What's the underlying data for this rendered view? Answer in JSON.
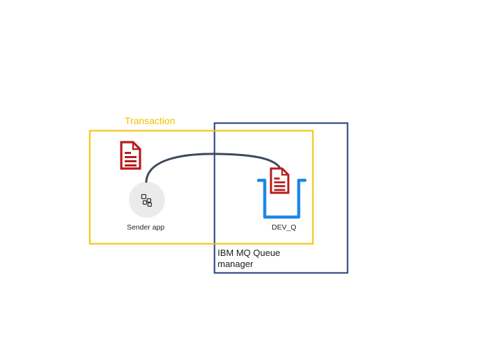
{
  "transaction": {
    "label": "Transaction",
    "color": "#f2c200"
  },
  "queue_manager": {
    "label": "IBM MQ Queue manager",
    "color": "#1f3a78"
  },
  "sender": {
    "label": "Sender app",
    "icon": "app-grid-icon"
  },
  "queue": {
    "label": "DEV_Q",
    "color": "#1e88e5"
  },
  "message": {
    "icon": "document-icon",
    "color": "#b81c1c"
  },
  "flow": {
    "icon": "curved-arrow",
    "color": "#3b4a5c"
  }
}
